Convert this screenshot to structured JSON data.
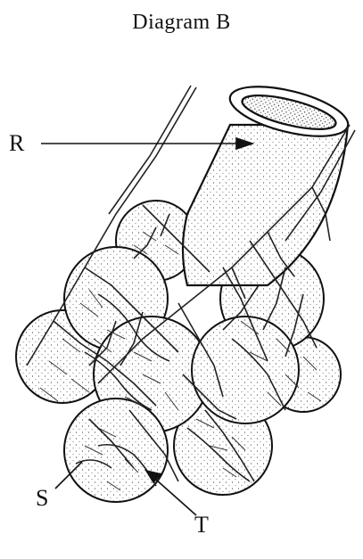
{
  "title": "Diagram B",
  "labels": {
    "r": "R",
    "s": "S",
    "t": "T"
  }
}
